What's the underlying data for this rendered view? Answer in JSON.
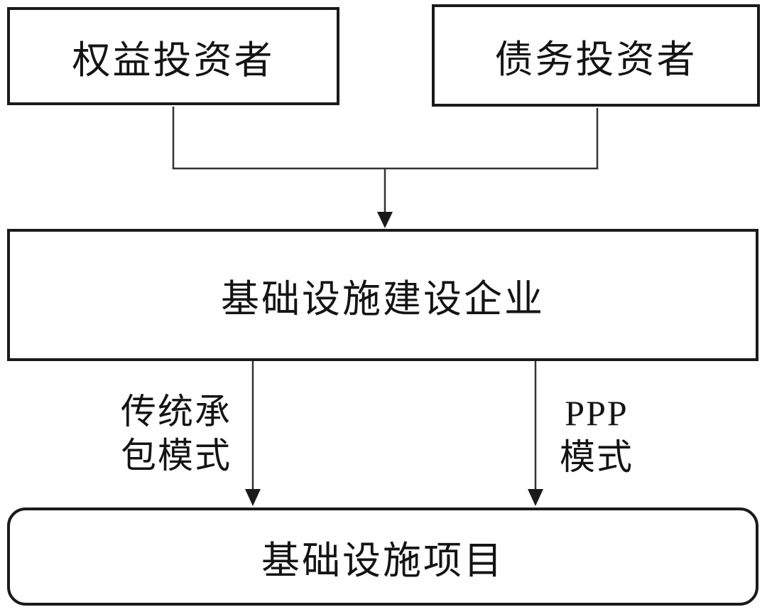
{
  "diagram": {
    "title_implicit": "",
    "nodes": {
      "equity_investor": {
        "label": "权益投资者"
      },
      "debt_investor": {
        "label": "债务投资者"
      },
      "enterprise": {
        "label": "基础设施建设企业"
      },
      "project": {
        "label": "基础设施项目"
      }
    },
    "edge_labels": {
      "traditional": {
        "line1": "传统承",
        "line2": "包模式"
      },
      "ppp": {
        "line1": "PPP",
        "line2": "模式"
      }
    },
    "colors": {
      "border": "#1a1a1a",
      "text": "#141414",
      "line": "#333333",
      "background": "#ffffff"
    }
  }
}
